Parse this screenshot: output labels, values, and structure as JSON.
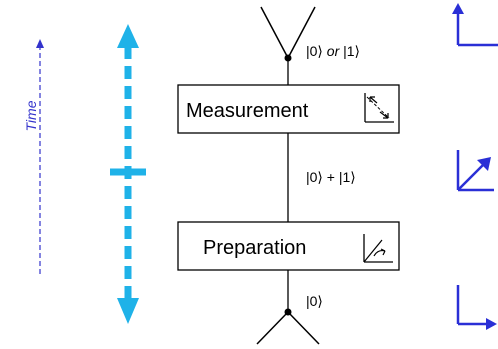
{
  "time_label": "Time",
  "colors": {
    "time_axis": "#3333cc",
    "dashed_arrow": "#1fb2e8",
    "vector": "#2a2fd6",
    "line": "#000000"
  },
  "labels": {
    "top": "|0⟩ or |1⟩",
    "top_prefix": "|0⟩ ",
    "top_or": "or",
    "top_suffix": " |1⟩",
    "middle": "|0⟩ + |1⟩",
    "bottom": "|0⟩"
  },
  "boxes": {
    "measurement": "Measurement",
    "preparation": "Preparation"
  }
}
